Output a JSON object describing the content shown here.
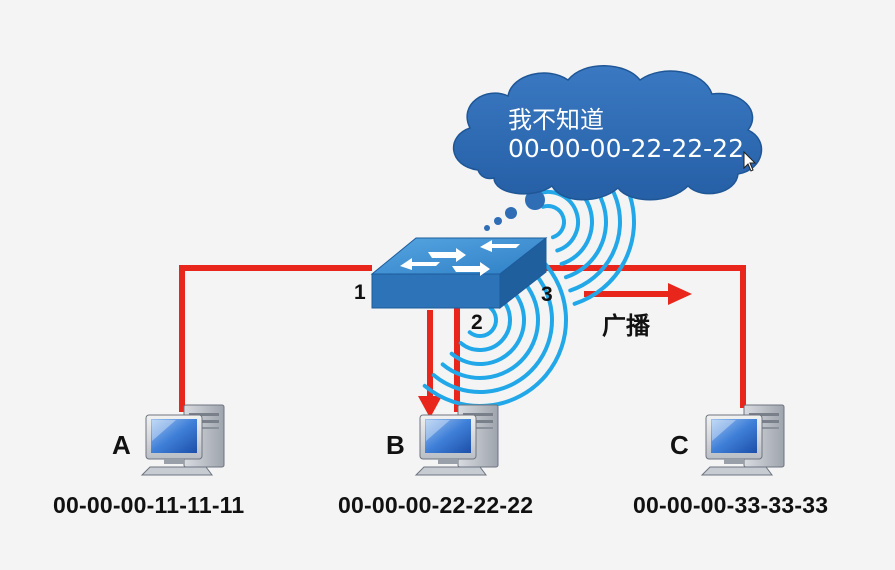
{
  "colors": {
    "link": "#e8261b",
    "cloud": "#2f6db5",
    "signal": "#22a8e8",
    "switch_top": "#3d93d4",
    "switch_side": "#2a6fb3",
    "background": "#f4f4f4"
  },
  "switch": {
    "icon": "network-switch-icon",
    "ports": [
      "1",
      "2",
      "3"
    ]
  },
  "cloud": {
    "line1": "我不知道",
    "line2": "00-00-00-22-22-22"
  },
  "broadcast_label": "广播",
  "hosts": [
    {
      "id": "A",
      "label": "A",
      "mac": "00-00-00-11-11-11",
      "icon": "computer-icon"
    },
    {
      "id": "B",
      "label": "B",
      "mac": "00-00-00-22-22-22",
      "icon": "computer-icon"
    },
    {
      "id": "C",
      "label": "C",
      "mac": "00-00-00-33-33-33",
      "icon": "computer-icon"
    }
  ]
}
